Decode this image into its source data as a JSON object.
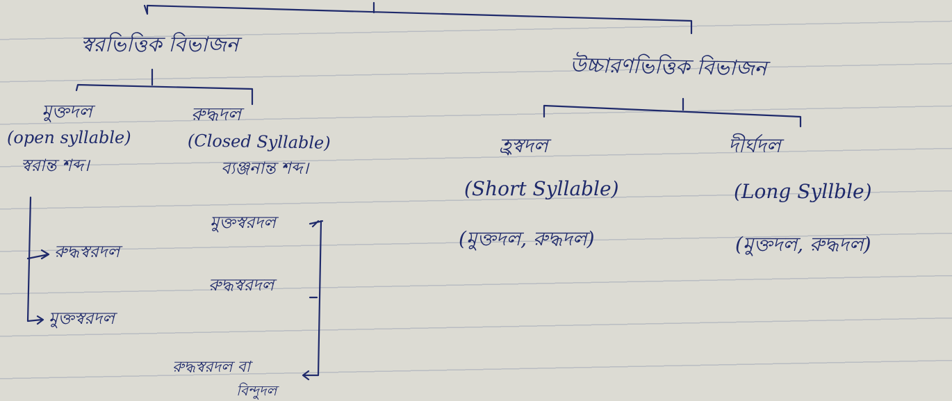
{
  "notes": {
    "left_branch": {
      "heading": "স্বরভিত্তিক বিভাজন",
      "open": {
        "bengali": "মুক্তদল",
        "english": "(open syllable)",
        "note": "স্বরান্ত শব্দ।"
      },
      "closed": {
        "bengali": "রুদ্ধদল",
        "english": "(Closed Syllable)",
        "note": "ব্যঞ্জনান্ত শব্দ।"
      },
      "examples": [
        "মুক্তস্বরদল",
        "রুদ্ধস্বরদল",
        "রুদ্ধস্বরদল",
        "মুক্তস্বরদল",
        "রুদ্ধস্বরদল বা",
        "বিন্দুদল"
      ]
    },
    "right_branch": {
      "heading": "উচ্চারণভিত্তিক বিভাজন",
      "short": {
        "bengali": "হ্রস্বদল",
        "english": "(Short Syllable)",
        "examples": "(মুক্তদল, রুদ্ধদল)"
      },
      "long": {
        "bengali": "দীর্ঘদল",
        "english": "(Long Syllble)",
        "examples": "(মুক্তদল, রুদ্ধদল)"
      }
    }
  }
}
